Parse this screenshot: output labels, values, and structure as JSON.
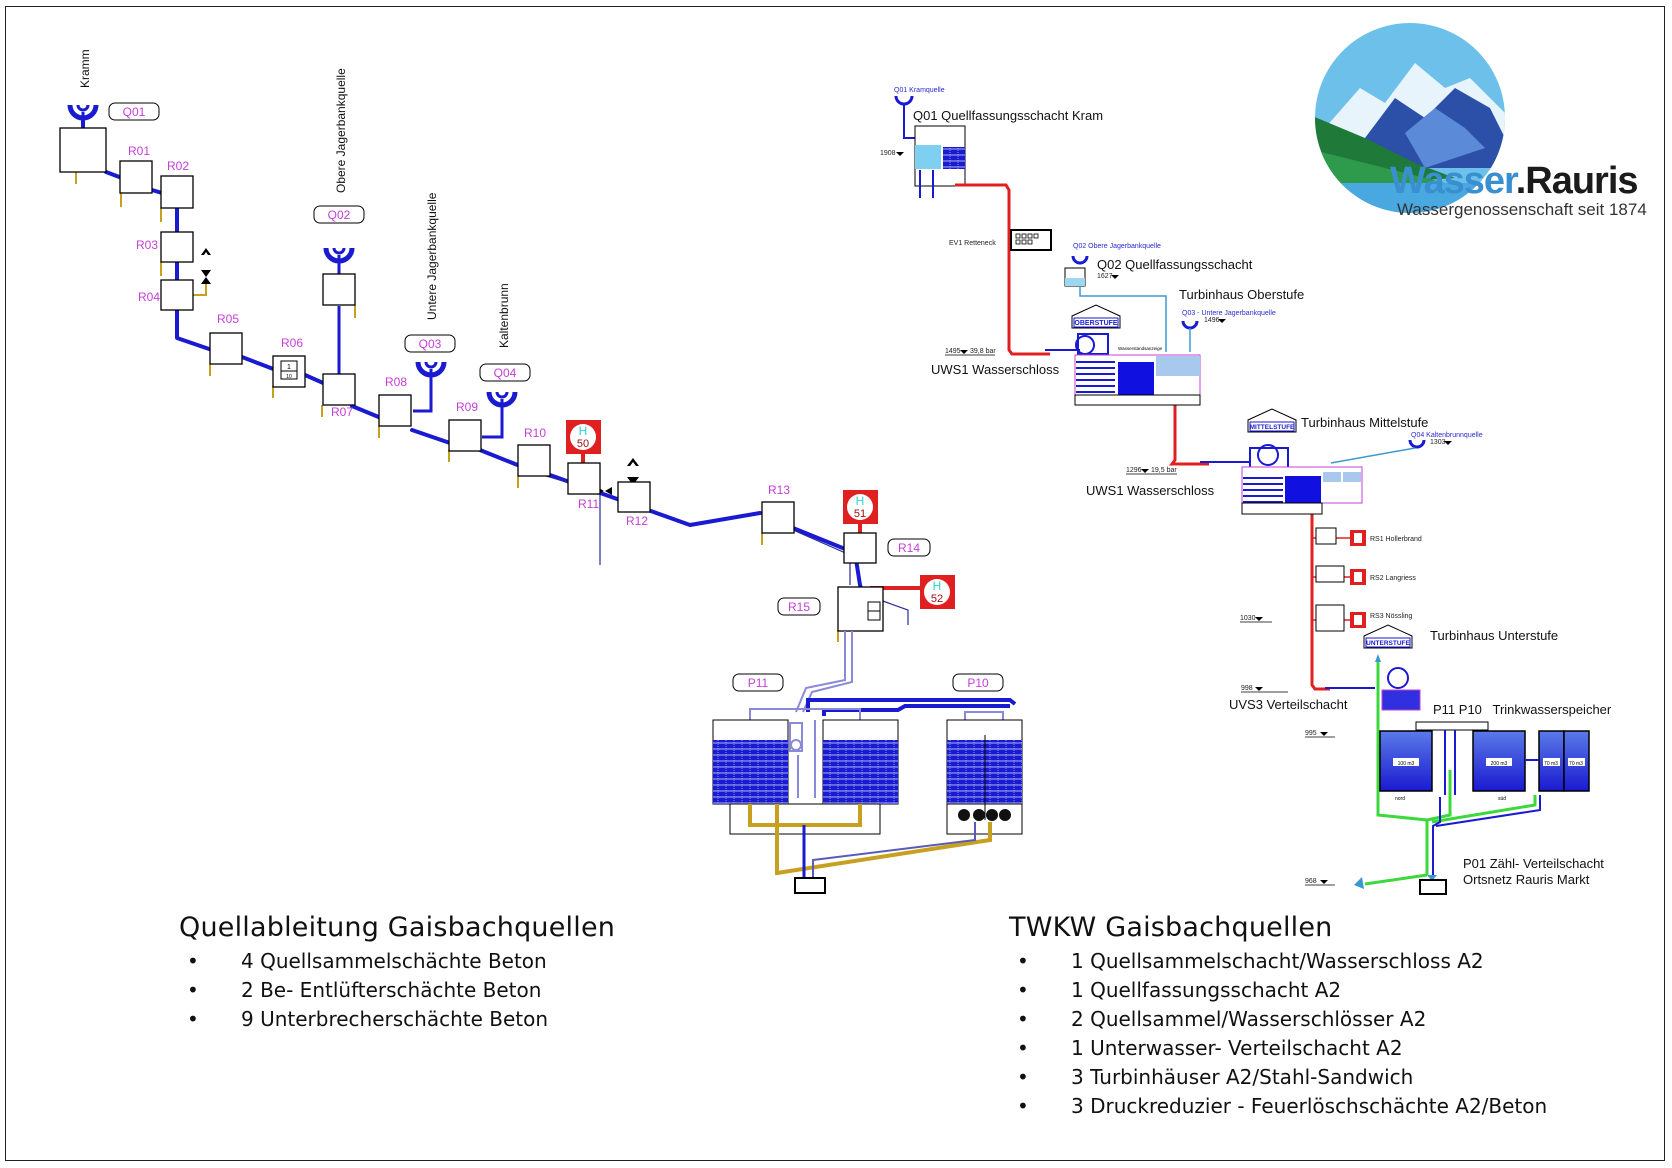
{
  "logo": {
    "brand_part1": "Wasser",
    "brand_part2": ".Rauris",
    "tagline": "Wassergenossenschaft seit 1874",
    "colors": {
      "sky": "#63b8e6",
      "mountain_dark": "#2c4fa8",
      "green": "#1f7a3a",
      "text_blue": "#3a8fd0"
    }
  },
  "colors": {
    "pipe_main": "#1a1ad0",
    "pipe_light": "#8a8ad8",
    "pipe_drain": "#c8a020",
    "pipe_pressure": "#e02020",
    "pipe_green": "#3cd83c",
    "label_pink": "#c43fd6",
    "hydrant_red": "#e02020"
  },
  "left_diagram": {
    "sources": [
      {
        "id": "Q01",
        "name": "Kramm"
      },
      {
        "id": "Q02",
        "name": "Obere Jagerbankquelle"
      },
      {
        "id": "Q03",
        "name": "Untere Jagerbankquelle"
      },
      {
        "id": "Q04",
        "name": "Kaltenbrunn"
      }
    ],
    "shafts": [
      "R01",
      "R02",
      "R03",
      "R04",
      "R05",
      "R06",
      "R07",
      "R08",
      "R09",
      "R10",
      "R11",
      "R12",
      "R13",
      "R14",
      "R15"
    ],
    "hydrants": [
      {
        "letter": "H",
        "number": "50"
      },
      {
        "letter": "H",
        "number": "51"
      },
      {
        "letter": "H",
        "number": "52"
      }
    ],
    "tanks": [
      "P11",
      "P10"
    ],
    "r06_fraction": "1/10"
  },
  "right_diagram": {
    "q01_small": "Q01 Kramquelle",
    "q01_title": "Q01 Quellfassungsschacht Kram",
    "q01_level": "1908",
    "ev1_label": "EV1 Retteneck",
    "q02_small": "Q02  Obere Jagerbankquelle",
    "q02_title": "Q02 Quellfassungsschacht",
    "q02_level": "1627",
    "turbinhaus_oberstufe": "Turbinhaus Oberstufe",
    "q03_small": "Q03 - Untere Jagerbankquelle",
    "q03_level": "1496",
    "oberstufe_badge": "OBERSTUFE",
    "uws1_level_top": "1495",
    "uws1_pressure_top": "39,8 bar",
    "uws1_title_top": "UWS1 Wasserschloss",
    "wasserstandsanzeige": "Wasserstandsanzeige",
    "mittelstufe_badge": "MITTELSTUFE",
    "turbinhaus_mittelstufe": "Turbinhaus Mittelstufe",
    "q04_small": "Q04 Kaltenbrunnquelle",
    "q04_level": "1303",
    "uws1_level_mid": "1296",
    "uws1_pressure_mid": "19,5 bar",
    "uws1_title_mid": "UWS1 Wasserschloss",
    "reducers": [
      {
        "id": "RS1",
        "name": "RS1 Hollerbrand"
      },
      {
        "id": "RS2",
        "name": "RS2 Langriess"
      },
      {
        "id": "RS3",
        "name": "RS3 Nössling"
      }
    ],
    "level_1030": "1030",
    "unterstufe_badge": "UNTERSTUFE",
    "turbinhaus_unterstufe": "Turbinhaus Unterstufe",
    "uvs3_level": "998",
    "uvs3_title": "UVS3 Verteilschacht",
    "speicher_title": "P11 P10   Trinkwasserspeicher",
    "speicher_level": "995",
    "tank_volumes": [
      "100 m3",
      "200 m3",
      "70 m3",
      "70 m3"
    ],
    "tank_sides": [
      "nord",
      "süd"
    ],
    "p01_level": "968",
    "p01_line1": "P01 Zähl- Verteilschacht",
    "p01_line2": "Ortsnetz Rauris Markt"
  },
  "legend_left": {
    "title": "Quellableitung Gaisbachquellen",
    "items": [
      "4 Quellsammelschächte Beton",
      "2 Be- Entlüfterschächte Beton",
      "9 Unterbrecherschächte Beton"
    ]
  },
  "legend_right": {
    "title": "TWKW Gaisbachquellen",
    "items": [
      "1 Quellsammelschacht/Wasserschloss A2",
      "1 Quellfassungsschacht A2",
      "2 Quellsammel/Wasserschlösser A2",
      "1 Unterwasser- Verteilschacht A2",
      "3 Turbinhäuser A2/Stahl-Sandwich",
      "3 Druckreduzier - Feuerlöschschächte A2/Beton"
    ]
  },
  "bullet": "•"
}
